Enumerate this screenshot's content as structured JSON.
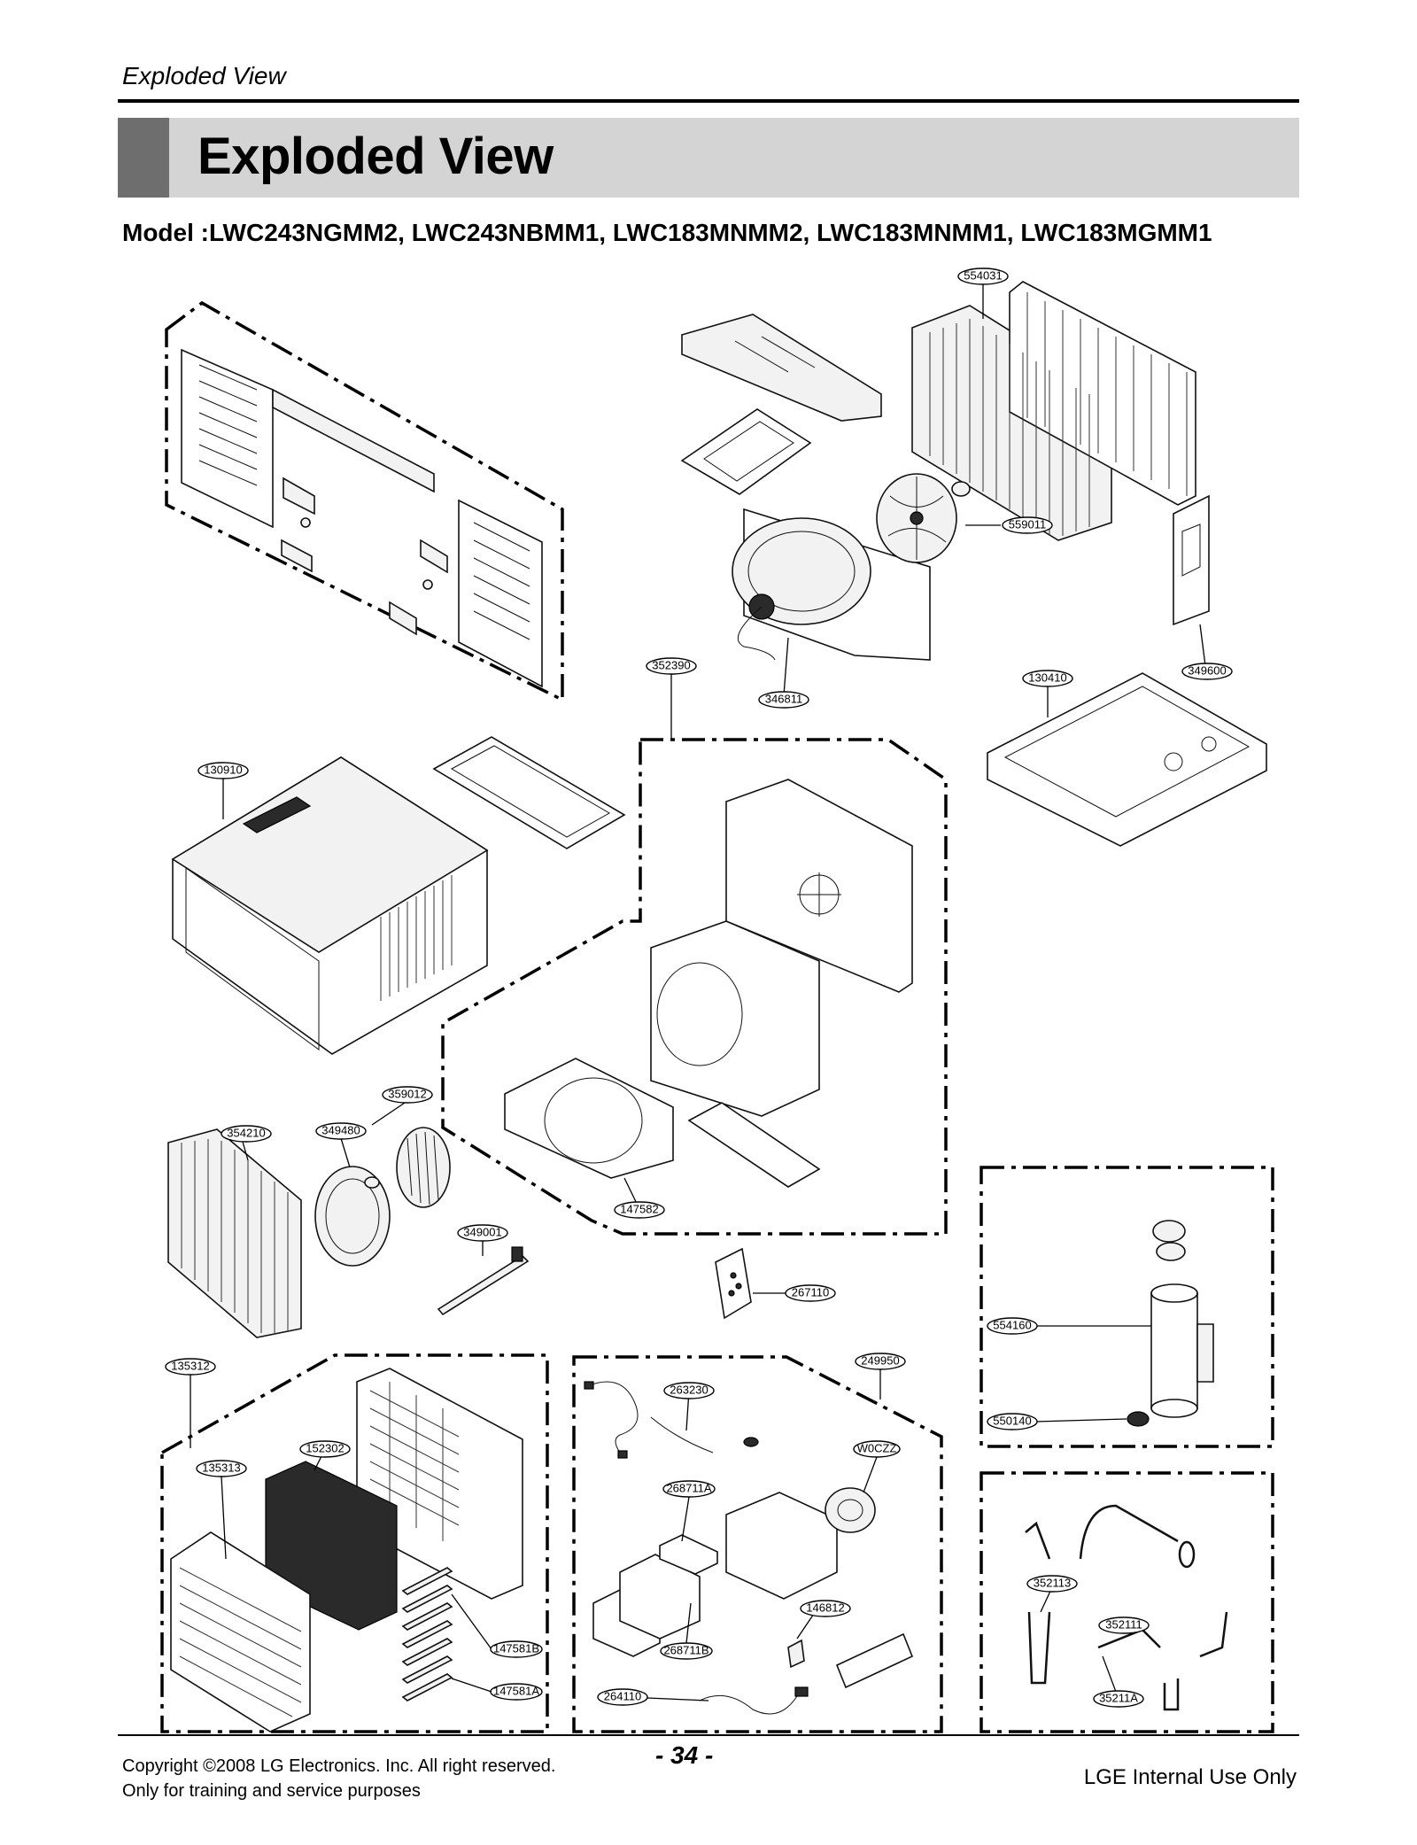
{
  "running_header": "Exploded View",
  "title": "Exploded View",
  "model_line": "Model :LWC243NGMM2, LWC243NBMM1, LWC183MNMM2, LWC183MNMM1, LWC183MGMM1",
  "callouts": {
    "p554031": "554031",
    "p559011": "559011",
    "p352390": "352390",
    "p346811": "346811",
    "p130410": "130410",
    "p349600": "349600",
    "p130910": "130910",
    "p359012": "359012",
    "p354210": "354210",
    "p349480": "349480",
    "p147582": "147582",
    "p349001": "349001",
    "p267110": "267110",
    "p554160": "554160",
    "p550140": "550140",
    "p135312": "135312",
    "p135313": "135313",
    "p152302": "152302",
    "p147581B": "147581B",
    "p147581A": "147581A",
    "p249950": "249950",
    "p263230": "263230",
    "pW0CZZ": "W0CZZ",
    "p268711A": "268711A",
    "p268711B": "268711B",
    "p146812": "146812",
    "p264110": "264110",
    "p352113": "352113",
    "p352111": "352111",
    "p35211A": "35211A"
  },
  "footer": {
    "copyright_line1": "Copyright ©2008 LG Electronics. Inc. All right reserved.",
    "copyright_line2": "Only for training and service purposes",
    "page_number": "- 34 -",
    "internal_use": "LGE Internal Use Only"
  }
}
